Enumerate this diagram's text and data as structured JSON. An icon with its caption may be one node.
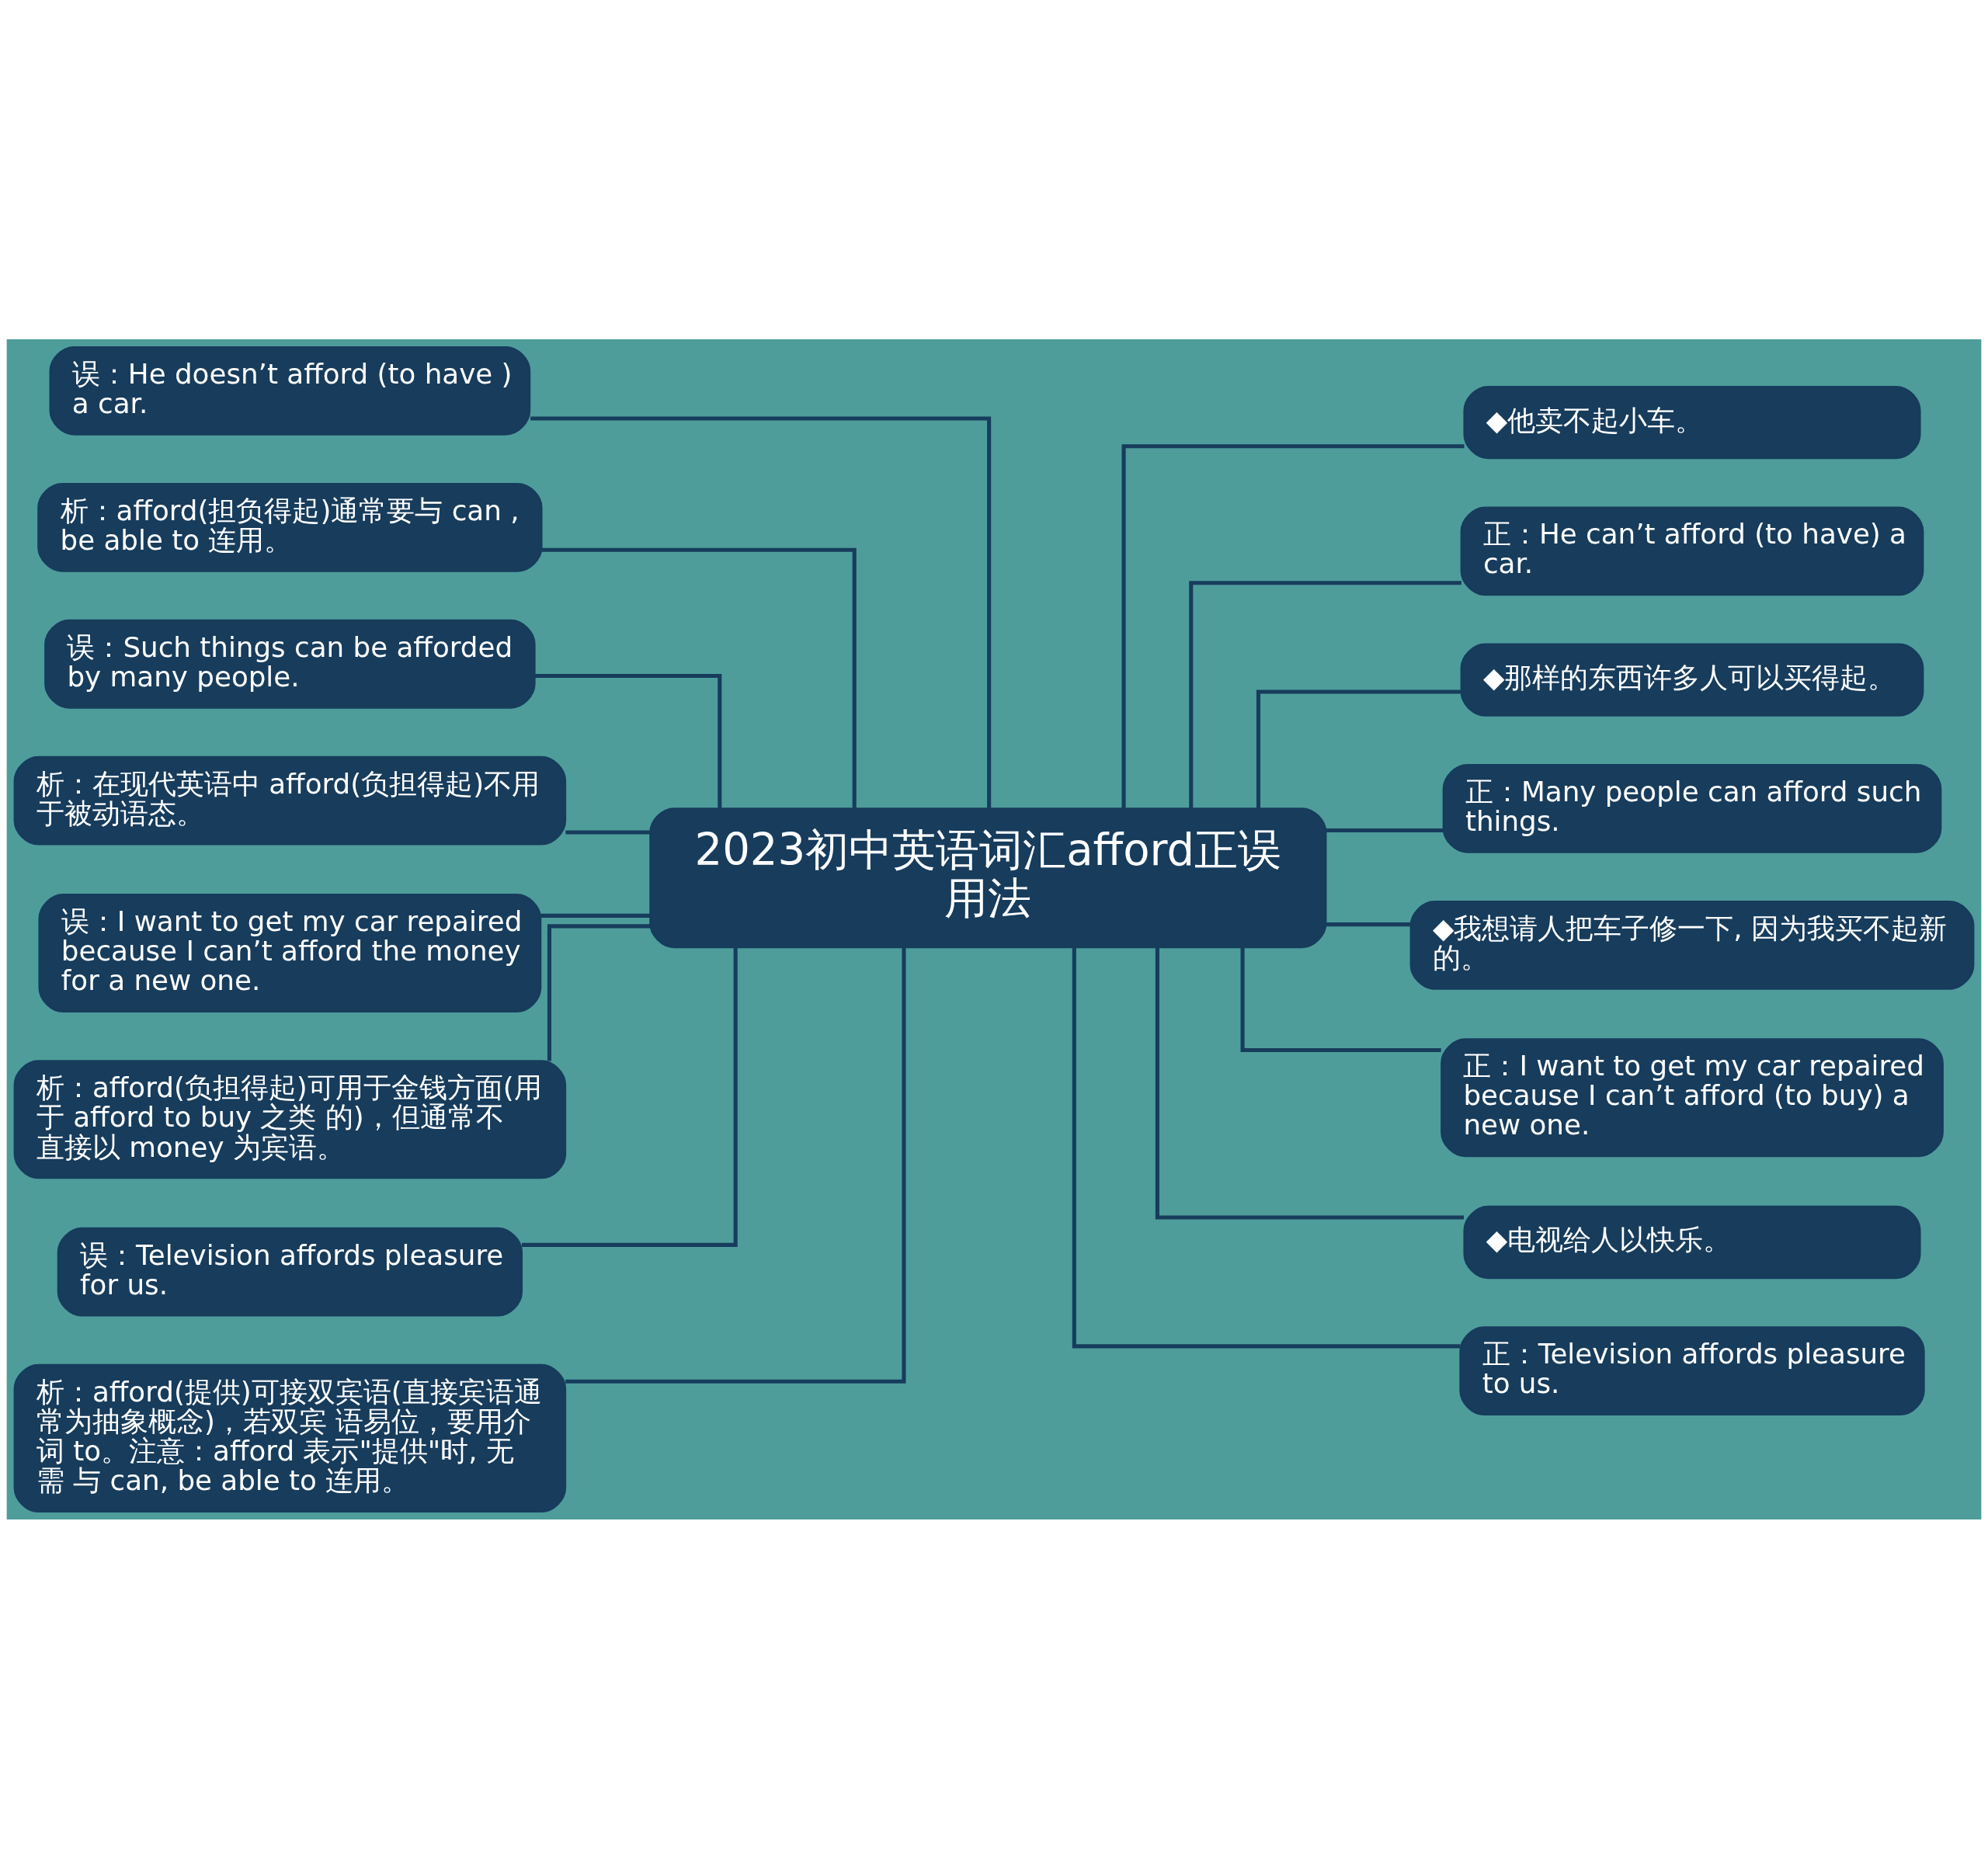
{
  "diagram": {
    "nodes": [
      {
        "text": [
          "2023初中英语词汇afford正误用法"
        ]
      },
      {
        "text": [
          "误：He doesn’t afford (to have ) a car."
        ]
      },
      {
        "text": [
          "析：afford(担负得起)通常要与 can , be able to 连用。"
        ]
      },
      {
        "text": [
          "误：Such things can be afforded by many people."
        ]
      },
      {
        "text": [
          "析：在现代英语中 afford(负担得起)不用于被动语态。"
        ]
      },
      {
        "text": [
          "误：I want to get my car repaired because I can’t afford the money for a new one."
        ]
      },
      {
        "text": [
          "析：afford(负担得起)可用于金钱方面(用于 afford to buy 之类 的)，但通常不直接以 money 为宾语。"
        ]
      },
      {
        "text": [
          "误：Television affords pleasure for us."
        ]
      },
      {
        "text": [
          "析：afford(提供)可接双宾语(直接宾语通常为抽象概念)，若双宾 语易位，要用介词 to。注意：afford 表示\"提供\"时, 无需 与 can, be able to 连用。"
        ]
      },
      {
        "text": [
          "◆他卖不起小车。"
        ]
      },
      {
        "text": [
          "正：He can’t afford (to have) a car."
        ]
      },
      {
        "text": [
          "◆那样的东西许多人可以买得起。"
        ]
      },
      {
        "text": [
          "正：Many people can afford such things."
        ]
      },
      {
        "text": [
          "◆我想请人把车子修一下, 因为我买不起新的。"
        ]
      },
      {
        "text": [
          "正：I want to get my car repaired because I can’t afford (to buy) a new one."
        ]
      },
      {
        "text": [
          "◆电视给人以快乐。"
        ]
      },
      {
        "text": [
          "正：Television affords pleasure to us."
        ]
      }
    ],
    "edges": [
      {
        "from": 0,
        "to": 1,
        "arrow": "none"
      },
      {
        "from": 0,
        "to": 2,
        "arrow": "none"
      },
      {
        "from": 0,
        "to": 3,
        "arrow": "none"
      },
      {
        "from": 0,
        "to": 4,
        "arrow": "none"
      },
      {
        "from": 0,
        "to": 5,
        "arrow": "none"
      },
      {
        "from": 0,
        "to": 6,
        "arrow": "none"
      },
      {
        "from": 0,
        "to": 7,
        "arrow": "none"
      },
      {
        "from": 0,
        "to": 8,
        "arrow": "none"
      },
      {
        "from": 0,
        "to": 9,
        "arrow": "none"
      },
      {
        "from": 0,
        "to": 10,
        "arrow": "none"
      },
      {
        "from": 0,
        "to": 11,
        "arrow": "none"
      },
      {
        "from": 0,
        "to": 12,
        "arrow": "none"
      },
      {
        "from": 0,
        "to": 13,
        "arrow": "none"
      },
      {
        "from": 0,
        "to": 14,
        "arrow": "none"
      },
      {
        "from": 0,
        "to": 15,
        "arrow": "none"
      },
      {
        "from": 0,
        "to": 16,
        "arrow": "none"
      }
    ]
  }
}
